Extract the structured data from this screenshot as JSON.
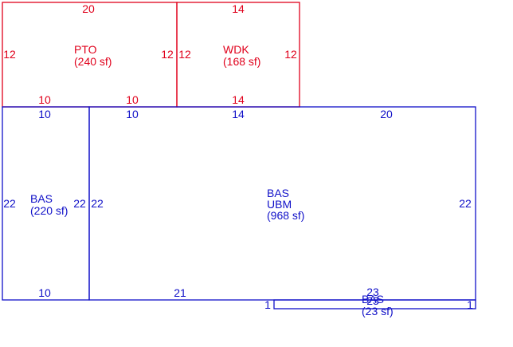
{
  "areas": {
    "pto": {
      "code": "PTO",
      "area": "(240 sf)"
    },
    "wdk": {
      "code": "WDK",
      "area": "(168 sf)"
    },
    "bas_left": {
      "code": "BAS",
      "area": "(220 sf)"
    },
    "bas_main": {
      "code": "BAS",
      "code2": "UBM",
      "area": "(968 sf)"
    },
    "bas_small": {
      "code": "BAS",
      "area": "(23 sf)"
    }
  },
  "dims": {
    "pto_top": "20",
    "pto_left": "12",
    "pto_right": "12",
    "pto_bottom_a": "10",
    "pto_bottom_b": "10",
    "wdk_top": "14",
    "wdk_left": "12",
    "wdk_right": "12",
    "wdk_bottom": "14",
    "basl_top": "10",
    "basl_left": "22",
    "basl_right": "22",
    "basl_bottom": "10",
    "main_top_a": "10",
    "main_top_b": "14",
    "main_top_c": "20",
    "main_left": "22",
    "main_right": "22",
    "main_bottom": "21",
    "small_top": "23",
    "small_bottom": "23",
    "small_left": "1",
    "small_right": "1"
  },
  "colors": {
    "red": "#e0001b",
    "blue": "#1010c8"
  }
}
